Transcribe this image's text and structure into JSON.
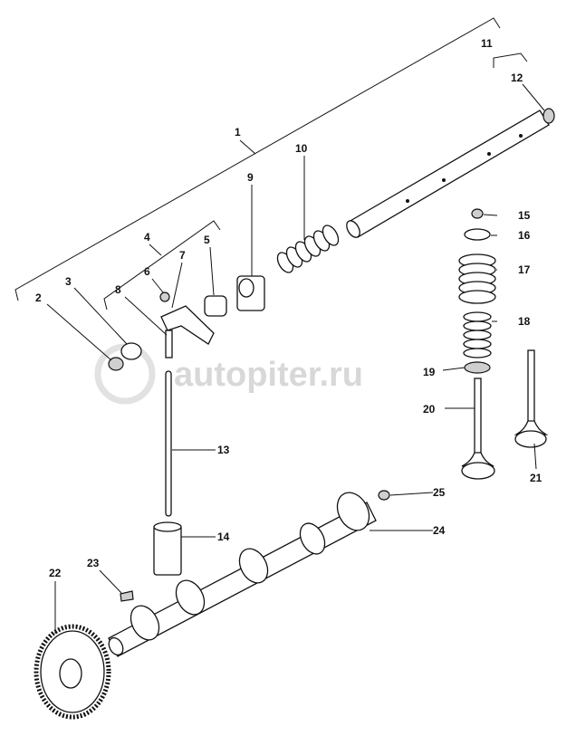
{
  "title": "Valve train exploded parts diagram",
  "watermark": "autopiter.ru",
  "callouts": [
    "1",
    "2",
    "3",
    "4",
    "5",
    "6",
    "7",
    "8",
    "9",
    "10",
    "11",
    "12",
    "13",
    "14",
    "15",
    "16",
    "17",
    "18",
    "19",
    "20",
    "21",
    "22",
    "23",
    "24",
    "25"
  ]
}
